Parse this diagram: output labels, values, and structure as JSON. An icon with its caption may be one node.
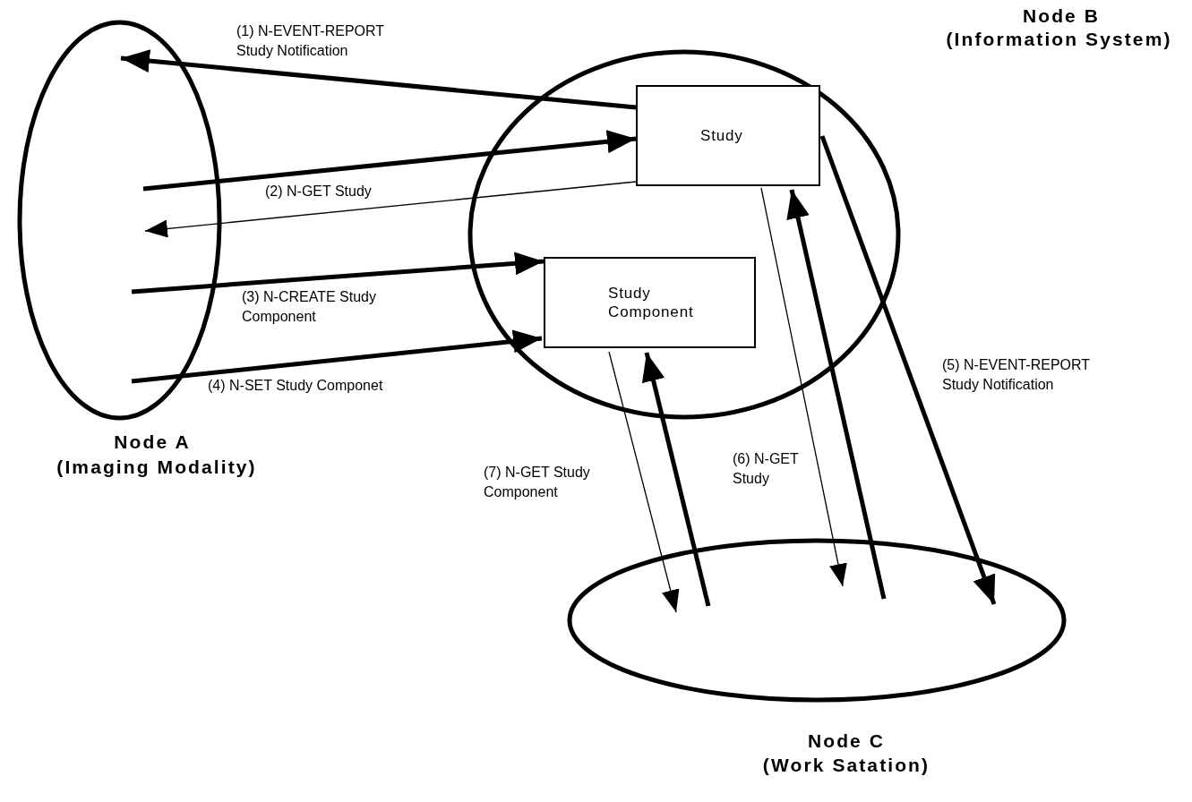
{
  "diagram": {
    "nodes": [
      {
        "text": [
          "Node A",
          "(Imaging Modality)"
        ]
      },
      {
        "text": [
          "Node B",
          "(Information System)"
        ]
      },
      {
        "text": [
          "Study"
        ],
        "in": 1
      },
      {
        "text": [
          "Study Component"
        ],
        "in": 1
      },
      {
        "text": [
          "Node C",
          "(Work Satation)"
        ]
      }
    ],
    "edges": [
      {
        "from": 2,
        "to": 0,
        "arrow": "to",
        "label": "(1) N-EVENT-REPORT Study Notification"
      },
      {
        "from": 0,
        "to": 2,
        "arrow": "to"
      },
      {
        "from": 2,
        "to": 0,
        "arrow": "to",
        "label": "(2) N-GET Study"
      },
      {
        "from": 0,
        "to": 3,
        "arrow": "to",
        "label": "(3) N-CREATE Study Component"
      },
      {
        "from": 0,
        "to": 3,
        "arrow": "to",
        "label": "(4) N-SET Study Componet"
      },
      {
        "from": 2,
        "to": 4,
        "arrow": "to",
        "label": "(5) N-EVENT-REPORT Study Notification"
      },
      {
        "from": 2,
        "to": 4,
        "arrow": "to",
        "label": "(6) N-GET Study"
      },
      {
        "from": 4,
        "to": 2,
        "arrow": "to"
      },
      {
        "from": 3,
        "to": 4,
        "arrow": "to",
        "label": "(7) N-GET Study Component"
      },
      {
        "from": 4,
        "to": 3,
        "arrow": "to"
      }
    ]
  }
}
